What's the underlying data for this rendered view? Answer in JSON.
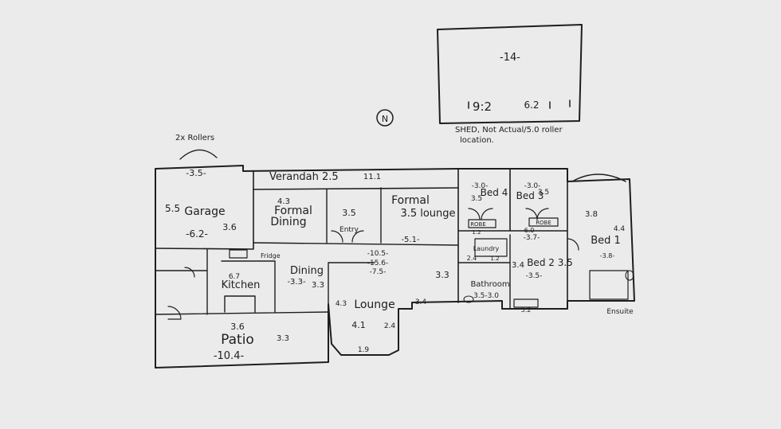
{
  "shed": {
    "length": "-14-",
    "width": "9:2",
    "side": "6.2",
    "note_line1": "SHED, Not Actual/5.0 roller",
    "note_line2": "location."
  },
  "compass": "N",
  "rollers_note": "2x Rollers",
  "rooms": {
    "garage_top": "-3.5-",
    "garage_left": "5.5",
    "garage": "Garage",
    "garage_len": "-6.2-",
    "garage_right": "3.6",
    "verandah": "Verandah 2.5",
    "verandah_dim": "11.1",
    "formal_dining_dim": "4.3",
    "formal_dining_l1": "Formal",
    "formal_dining_l2": "Dining",
    "entry_dim": "3.5",
    "entry": "Entry",
    "formal_lounge_l1": "Formal",
    "formal_lounge_l2": "3.5 lounge",
    "formal_lounge_dim": "-5.1-",
    "bed4_dim": "-3.0-",
    "bed4_label": "Bed 4",
    "bed4_side": "3.5",
    "bed3_dim": "-3.0-",
    "bed3_label": "Bed 3",
    "bed3_side": "3.5",
    "bed1_dim": "3.8",
    "bed1_label": "Bed 1",
    "bed1_side": "4.4",
    "bed1_small": "-3.8-",
    "bed2_label": "Bed 2 3.5",
    "bed2_side": "3.4",
    "bed2_dim": "-3.5-",
    "hall_dim": "-3.7-",
    "robe": "ROBE",
    "robe2": "ROBE",
    "ensuite": "Ensuite",
    "bathroom": "Bathroom",
    "bath_dim": "3.5-3.0",
    "laundry": "Laundry",
    "fridge": "Fridge",
    "kitchen": "Kitchen",
    "kitchen_dim": "6.7",
    "dining": "Dining",
    "dining_dim": "-3.3-",
    "dining_side": "3.3",
    "center_dims": "-10.5-",
    "center_dims2": "-15.6-",
    "center_dims3": "-7.5-",
    "lounge": "Lounge",
    "lounge_left": "4.3",
    "lounge_right": "3.4",
    "lounge_dim": "4.1",
    "lounge_side": "2.4",
    "lounge_bottom": "1.9",
    "lounge_mid": "3.3",
    "patio_dim": "3.6",
    "patio": "Patio",
    "patio_len": "-10.4-",
    "patio_side": "3.3",
    "small_a": "1.2",
    "small_b": "2.4",
    "small_c": "6.0",
    "small_d": "1.2",
    "small_e": "5.2"
  }
}
